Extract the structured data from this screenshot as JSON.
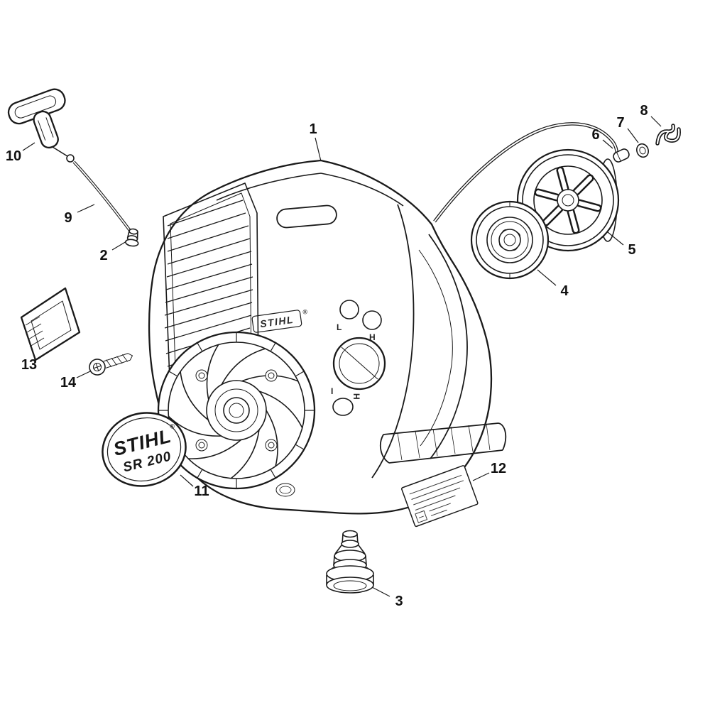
{
  "diagram": {
    "background": "#ffffff",
    "line_color": "#1a1a1a",
    "callouts": [
      {
        "label": "1"
      },
      {
        "label": "2"
      },
      {
        "label": "3"
      },
      {
        "label": "4"
      },
      {
        "label": "5"
      },
      {
        "label": "6"
      },
      {
        "label": "7"
      },
      {
        "label": "8"
      },
      {
        "label": "9"
      },
      {
        "label": "10"
      },
      {
        "label": "11"
      },
      {
        "label": "12"
      },
      {
        "label": "13"
      },
      {
        "label": "14"
      }
    ],
    "badge": {
      "brand": "STIHL",
      "model": "SR 200",
      "reg": "®"
    },
    "housing": {
      "logo": "STIHL",
      "logo_reg": "®",
      "carb": {
        "low": "L",
        "high": "H",
        "idle_i": "I",
        "idle_h": "H"
      }
    }
  }
}
